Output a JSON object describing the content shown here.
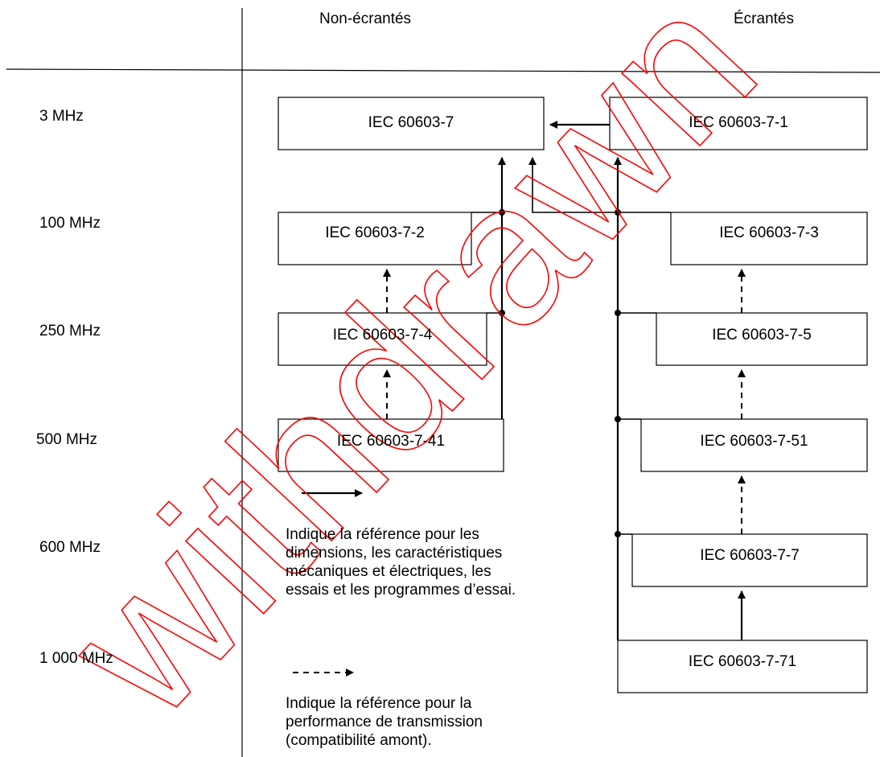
{
  "headers": {
    "unshielded": "Non-écrantés",
    "shielded": "Écrantés"
  },
  "frequencies": [
    "3 MHz",
    "100 MHz",
    "250 MHz",
    "500 MHz",
    "600 MHz",
    "1 000 MHz"
  ],
  "boxes": {
    "b7": "IEC 60603-7",
    "b7_1": "IEC 60603-7-1",
    "b7_2": "IEC 60603-7-2",
    "b7_3": "IEC 60603-7-3",
    "b7_4": "IEC 60603-7-4",
    "b7_5": "IEC 60603-7-5",
    "b7_41": "IEC 60603-7-41",
    "b7_51": "IEC 60603-7-51",
    "b7_7": "IEC 60603-7-7",
    "b7_71": "IEC 60603-7-71"
  },
  "legend": {
    "solid": "Indique la référence pour les dimensions, les caractéristiques mécaniques et électriques, les essais et les programmes d’essai.",
    "dashed": "Indique la référence pour la performance de transmission (compatibilité amont)."
  },
  "watermark": "withdrawn"
}
